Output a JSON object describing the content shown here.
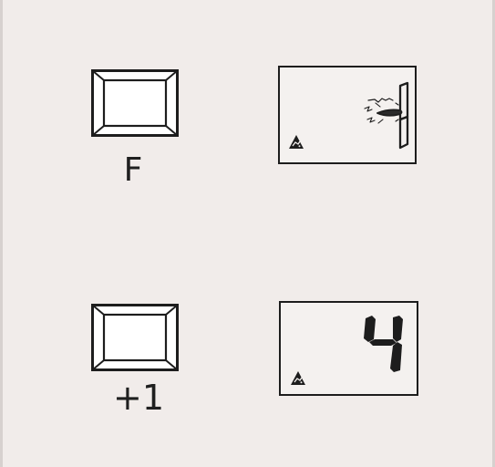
{
  "panels": [
    {
      "key_label": "F",
      "display_icon": "bridge-icon",
      "status_icon": "warning-icon"
    },
    {
      "key_label": "+1",
      "display_value": "4",
      "status_icon": "warning-icon"
    }
  ],
  "colors": {
    "background": "#f1ecea",
    "line": "#1d1d1d",
    "key_face": "#ffffff"
  }
}
